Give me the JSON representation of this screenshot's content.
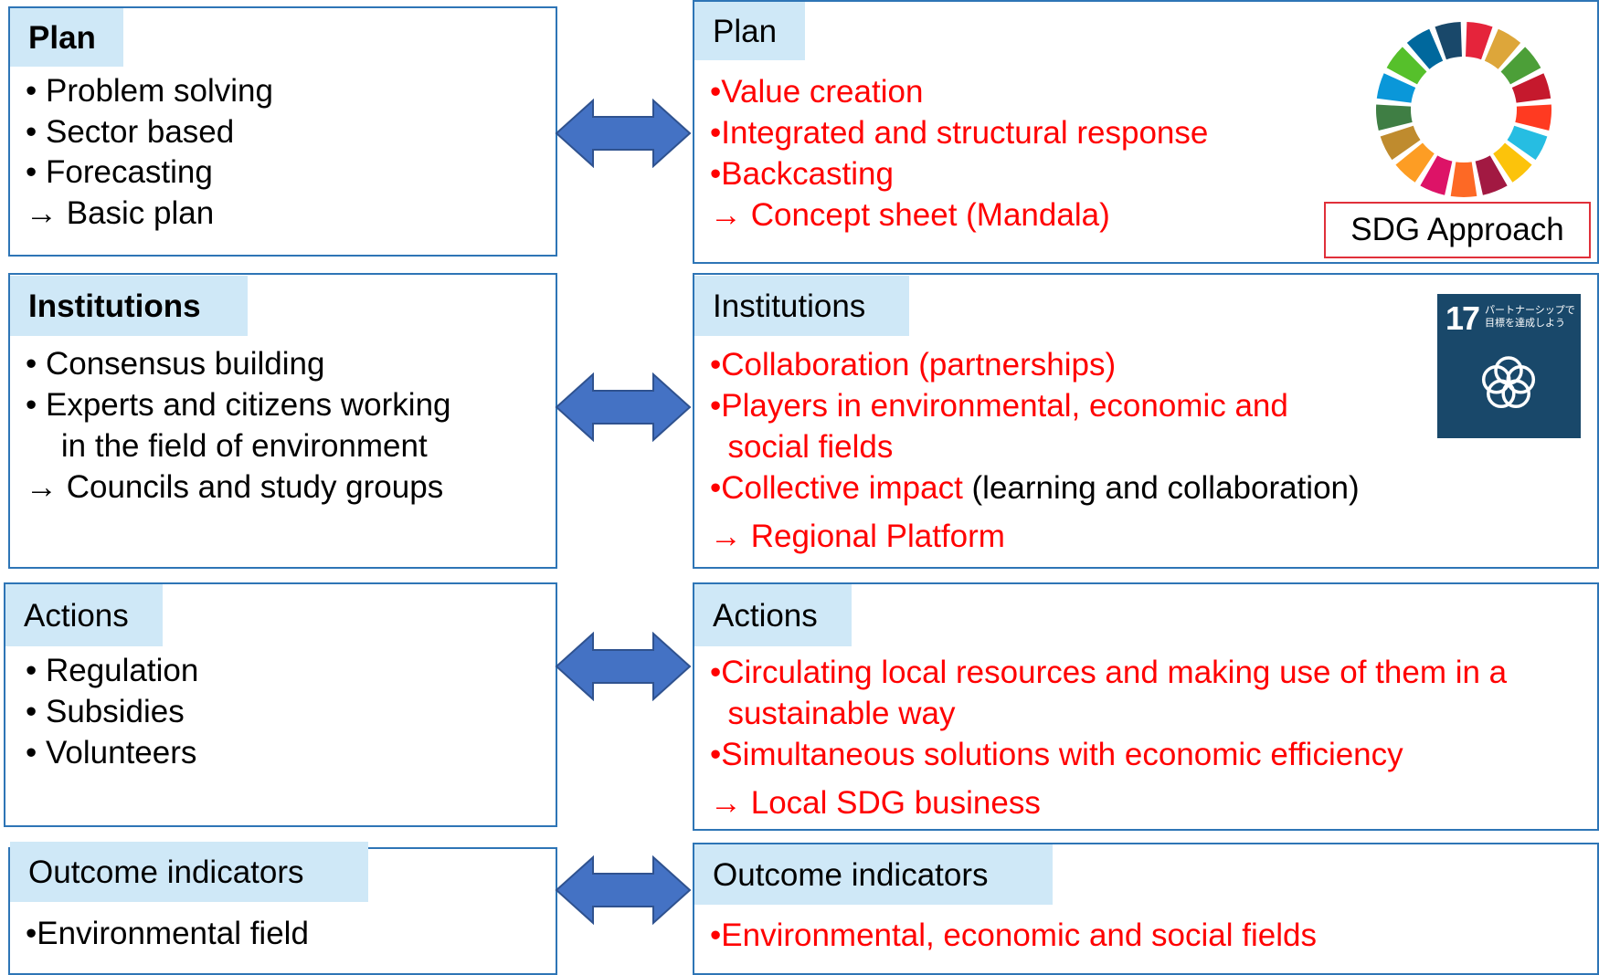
{
  "rows": [
    {
      "left": {
        "heading": "Plan",
        "items": [
          "•  Problem solving",
          "•  Sector based",
          "•  Forecasting",
          "→ Basic plan"
        ]
      },
      "right": {
        "heading": "Plan",
        "items": [
          "•Value creation",
          "•Integrated and structural response",
          "•Backcasting",
          "→ Concept sheet (Mandala)"
        ],
        "badge": "SDG Approach"
      }
    },
    {
      "left": {
        "heading": "Institutions",
        "items": [
          "•  Consensus building",
          "•  Experts and citizens working",
          "    in the field of environment",
          "→ Councils and study groups"
        ]
      },
      "right": {
        "heading": "Institutions",
        "items": [
          "•Collaboration (partnerships)",
          "•Players in environmental, economic and",
          "  social fields",
          "•Collective impact",
          " (learning and collaboration)",
          "→ Regional Platform"
        ],
        "goal17": {
          "number": "17",
          "text_line1": "パートナーシップで",
          "text_line2": "目標を達成しよう"
        }
      }
    },
    {
      "left": {
        "heading": "Actions",
        "items": [
          "•  Regulation",
          "•  Subsidies",
          "•  Volunteers"
        ]
      },
      "right": {
        "heading": "Actions",
        "items": [
          "•Circulating local resources and making use of them in a",
          "  sustainable way",
          "•Simultaneous solutions with economic efficiency",
          "→ Local SDG business"
        ]
      }
    },
    {
      "left": {
        "heading": "Outcome indicators",
        "items": [
          "•Environmental field"
        ]
      },
      "right": {
        "heading": "Outcome indicators",
        "items": [
          "•Environmental, economic and social fields"
        ]
      }
    }
  ],
  "colors": {
    "border": "#2e75b6",
    "heading_bg": "#cfe8f7",
    "arrow": "#4472c4",
    "emphasis": "#ff0000",
    "sdg17_bg": "#19486a"
  },
  "icons": [
    "double-arrow-icon",
    "sdg-wheel-icon",
    "sdg-goal-17-icon"
  ]
}
